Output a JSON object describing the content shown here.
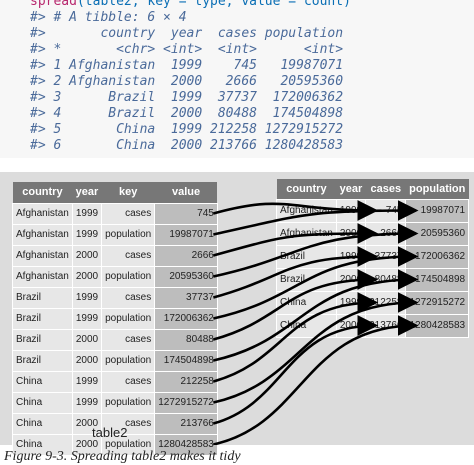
{
  "code": {
    "line_spread_fn": "spread",
    "line_spread_rest": "(table2, key = type, value = count)",
    "lines": [
      "#> # A tibble: 6 × 4",
      "#>       country  year  cases population",
      "#> *       <chr> <int>  <int>      <int>",
      "#> 1 Afghanistan  1999    745   19987071",
      "#> 2 Afghanistan  2000   2666   20595360",
      "#> 3      Brazil  1999  37737  172006362",
      "#> 4      Brazil  2000  80488  174504898",
      "#> 5       China  1999 212258 1272915272",
      "#> 6       China  2000 213766 1280428583"
    ]
  },
  "left_table": {
    "headers": [
      "country",
      "year",
      "key",
      "value"
    ],
    "rows": [
      [
        "Afghanistan",
        "1999",
        "cases",
        "745"
      ],
      [
        "Afghanistan",
        "1999",
        "population",
        "19987071"
      ],
      [
        "Afghanistan",
        "2000",
        "cases",
        "2666"
      ],
      [
        "Afghanistan",
        "2000",
        "population",
        "20595360"
      ],
      [
        "Brazil",
        "1999",
        "cases",
        "37737"
      ],
      [
        "Brazil",
        "1999",
        "population",
        "172006362"
      ],
      [
        "Brazil",
        "2000",
        "cases",
        "80488"
      ],
      [
        "Brazil",
        "2000",
        "population",
        "174504898"
      ],
      [
        "China",
        "1999",
        "cases",
        "212258"
      ],
      [
        "China",
        "1999",
        "population",
        "1272915272"
      ],
      [
        "China",
        "2000",
        "cases",
        "213766"
      ],
      [
        "China",
        "2000",
        "population",
        "1280428583"
      ]
    ],
    "label": "table2"
  },
  "right_table": {
    "headers": [
      "country",
      "year",
      "cases",
      "population"
    ],
    "rows": [
      [
        "Afghanistan",
        "1999",
        "745",
        "19987071"
      ],
      [
        "Afghanistan",
        "2000",
        "2666",
        "20595360"
      ],
      [
        "Brazil",
        "1999",
        "37737",
        "172006362"
      ],
      [
        "Brazil",
        "2000",
        "80488",
        "174504898"
      ],
      [
        "China",
        "1999",
        "212258",
        "1272915272"
      ],
      [
        "China",
        "2000",
        "213766",
        "1280428583"
      ]
    ]
  },
  "caption": "Figure 9-3. Spreading table2 makes it tidy",
  "colors": {
    "header_bg": "#777777",
    "value_cell_bg": "#bdbdbd",
    "arrow": "#000000"
  }
}
